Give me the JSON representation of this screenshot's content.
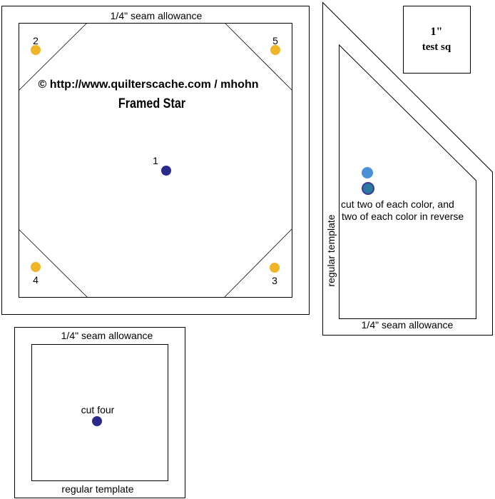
{
  "colors": {
    "gold": "#f0b429",
    "navy": "#2a2a8c",
    "light_blue": "#4a90d9",
    "teal": "#2a7aa0"
  },
  "block": {
    "seam_label": "1/4\" seam allowance",
    "copyright": "© http://www.quilterscache.com / mhohn",
    "title": "Framed Star",
    "piece_labels": [
      "1",
      "2",
      "3",
      "4",
      "5"
    ]
  },
  "star_point": {
    "instructions": [
      "cut two of each color, and",
      "two of each color in reverse"
    ],
    "side_label": "regular template",
    "seam_label": "1/4\" seam allowance"
  },
  "test_square": {
    "size": "1\"",
    "label": "test sq"
  },
  "corner_square": {
    "seam_label": "1/4\" seam allowance",
    "cut_label": "cut four",
    "bottom_label": "regular template"
  }
}
